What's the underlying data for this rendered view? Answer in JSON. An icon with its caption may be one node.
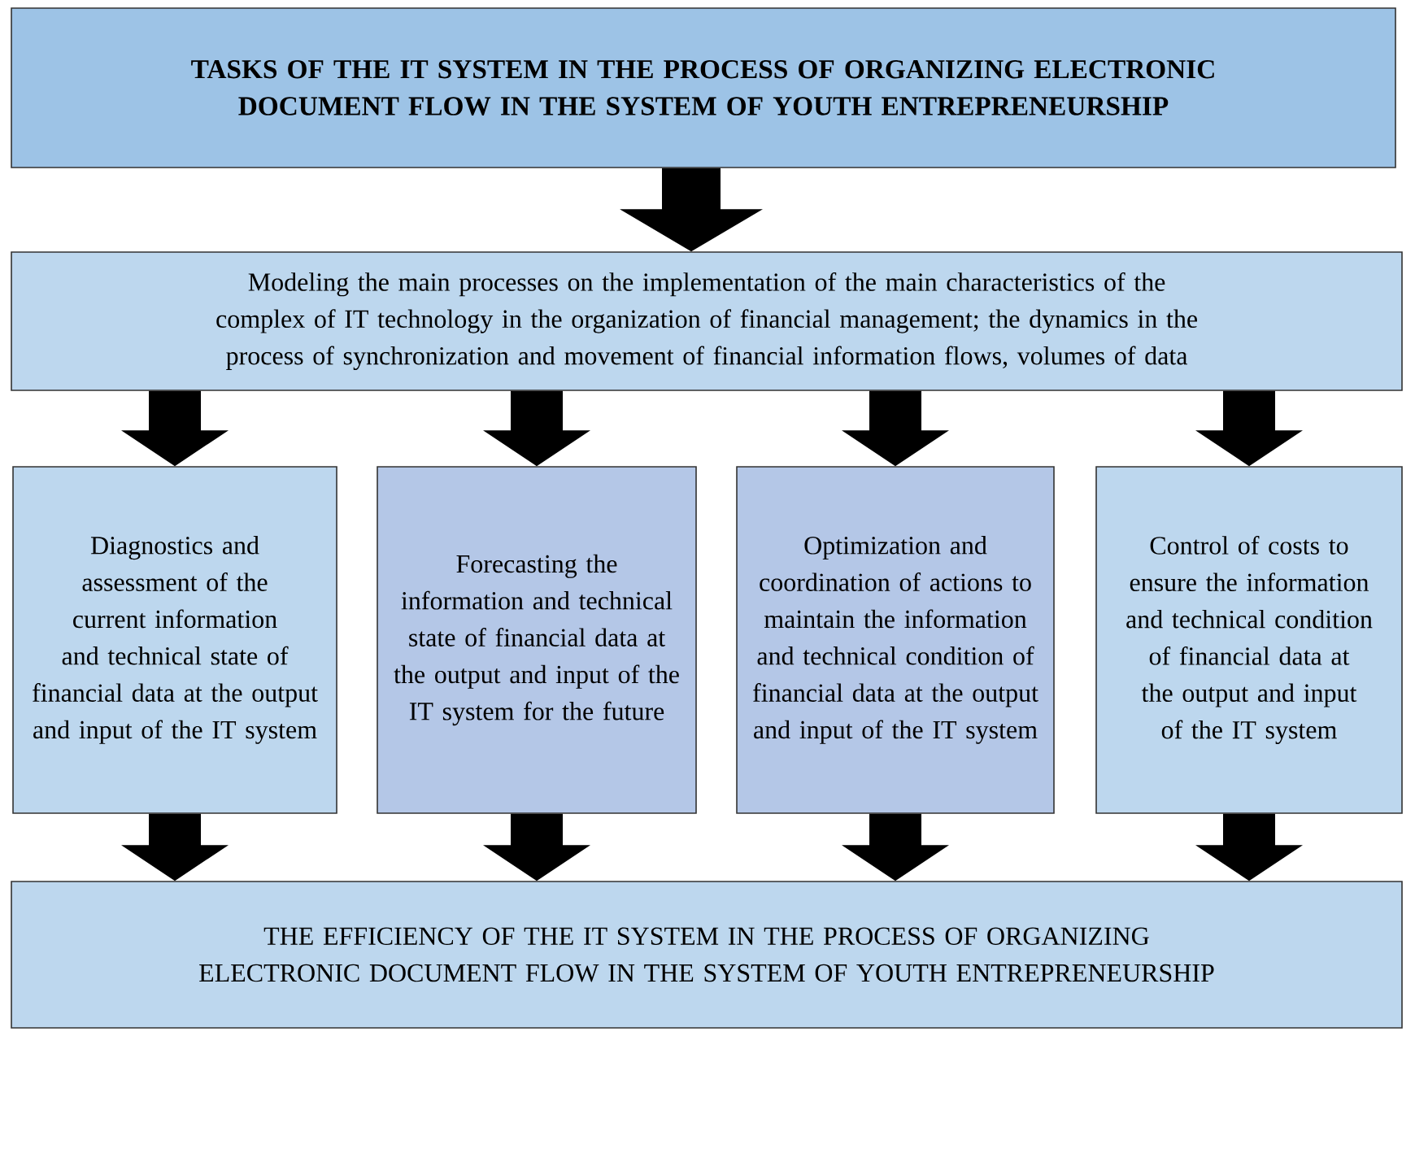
{
  "diagram": {
    "nodes": [
      {
        "text": [
          "TASKS OF THE IT SYSTEM IN THE PROCESS OF ORGANIZING ELECTRONIC DOCUMENT FLOW IN THE SYSTEM OF YOUTH ENTREPRENEURSHIP"
        ]
      },
      {
        "text": [
          "Modeling the main processes on the implementation of the main characteristics of the complex of IT technology in the organization of financial management; the dynamics in the process of synchronization and movement of financial information flows, volumes of data"
        ]
      },
      {
        "text": [
          "Diagnostics and assessment of the current information and technical state of financial data at the output and input of the IT system"
        ]
      },
      {
        "text": [
          "Forecasting the information and technical state of financial data at the output and input of the IT system for the future"
        ]
      },
      {
        "text": [
          "Optimization and coordination of actions to maintain the information and technical condition of financial data at the output and input of the IT system"
        ]
      },
      {
        "text": [
          "Control of costs to ensure the information and technical condition of financial data at the output and input of the IT system"
        ]
      },
      {
        "text": [
          "THE EFFICIENCY OF THE IT SYSTEM IN THE PROCESS OF ORGANIZING ELECTRONIC DOCUMENT FLOW IN THE SYSTEM OF YOUTH ENTREPRENEURSHIP"
        ]
      }
    ],
    "edges": [
      {
        "from": 0,
        "to": 1,
        "arrow": "to"
      },
      {
        "from": 1,
        "to": 2,
        "arrow": "to"
      },
      {
        "from": 1,
        "to": 3,
        "arrow": "to"
      },
      {
        "from": 1,
        "to": 4,
        "arrow": "to"
      },
      {
        "from": 1,
        "to": 5,
        "arrow": "to"
      },
      {
        "from": 2,
        "to": 6,
        "arrow": "to"
      },
      {
        "from": 3,
        "to": 6,
        "arrow": "to"
      },
      {
        "from": 4,
        "to": 6,
        "arrow": "to"
      },
      {
        "from": 5,
        "to": 6,
        "arrow": "to"
      }
    ]
  }
}
